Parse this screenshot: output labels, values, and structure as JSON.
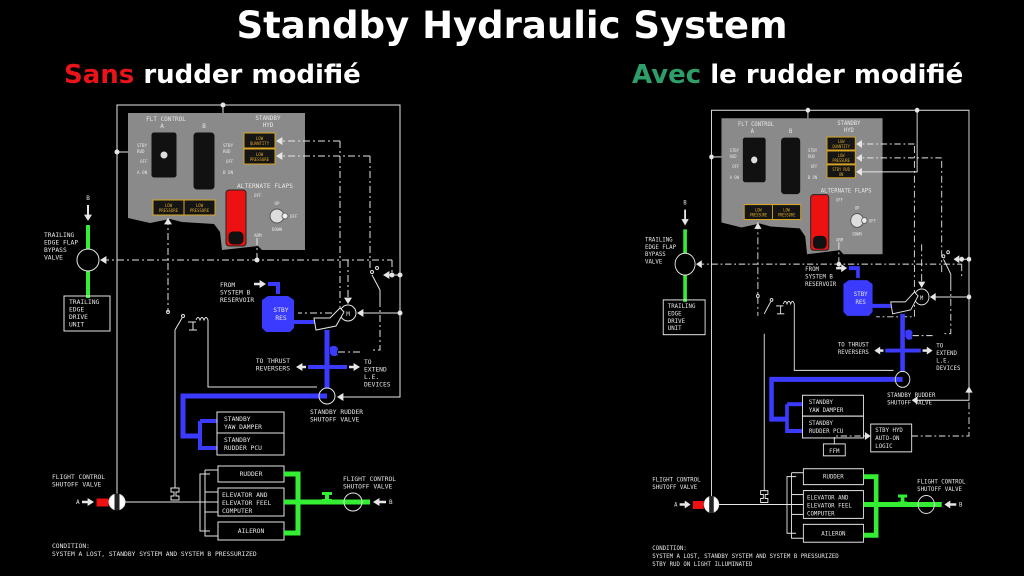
{
  "title": "Standby Hydraulic System",
  "colors": {
    "sans": "#e8141a",
    "avec": "#2e9e6b",
    "blue": "#3b3bff",
    "green": "#33ee33",
    "red": "#ee1111",
    "amber": "#d9a521"
  },
  "panels": {
    "left": {
      "heading_prefix": "Sans",
      "heading_rest": " rudder modifié",
      "condition": [
        "CONDITION:",
        "SYSTEM A LOST, STANDBY SYSTEM AND SYSTEM B PRESSURIZED"
      ]
    },
    "right": {
      "heading_prefix": "Avec",
      "heading_rest": " le rudder modifié",
      "condition": [
        "CONDITION:",
        "SYSTEM A LOST, STANDBY SYSTEM AND SYSTEM B PRESSURIZED",
        "STBY RUD ON LIGHT ILLUMINATED"
      ],
      "stby_rud_on": [
        "STBY RUD",
        "ON"
      ],
      "ffm": "FFM",
      "auto_on_logic": [
        "STBY HYD",
        "AUTO-ON",
        "LOGIC"
      ]
    }
  },
  "labels": {
    "flt_control": "FLT CONTROL",
    "a": "A",
    "b": "B",
    "standby_hyd": [
      "STANDBY",
      "HYD"
    ],
    "stby_rud": [
      "STBY",
      "RUD"
    ],
    "off": "OFF",
    "a_on": "A ON",
    "b_on": "B ON",
    "low_quantity": [
      "LOW",
      "QUANTITY"
    ],
    "low_pressure": [
      "LOW",
      "PRESSURE"
    ],
    "alternate_flaps": "ALTERNATE FLAPS",
    "arm": "ARM",
    "up": "UP",
    "down": "DOWN",
    "te_bypass_valve": [
      "TRAILING",
      "EDGE FLAP",
      "BYPASS",
      "VALVE"
    ],
    "te_drive_unit": [
      "TRAILING",
      "EDGE",
      "DRIVE",
      "UNIT"
    ],
    "from_system_b": [
      "FROM",
      "SYSTEM B",
      "RESERVOIR"
    ],
    "stby_res": [
      "STBY",
      "RES"
    ],
    "motor": "M",
    "to_thrust_reversers": [
      "TO THRUST",
      "REVERSERS"
    ],
    "to_extend_le": [
      "TO",
      "EXTEND",
      "L.E.",
      "DEVICES"
    ],
    "standby_rudder_shutoff": [
      "STANDBY RUDDER",
      "SHUTOFF VALVE"
    ],
    "standby_yaw_damper": [
      "STANDBY",
      "YAW DAMPER"
    ],
    "standby_rudder_pcu": [
      "STANDBY",
      "RUDDER PCU"
    ],
    "rudder": "RUDDER",
    "elevator": [
      "ELEVATOR AND",
      "ELEVATOR FEEL",
      "COMPUTER"
    ],
    "aileron": "AILERON",
    "flight_control_shutoff": [
      "FLIGHT CONTROL",
      "SHUTOFF VALVE"
    ]
  }
}
